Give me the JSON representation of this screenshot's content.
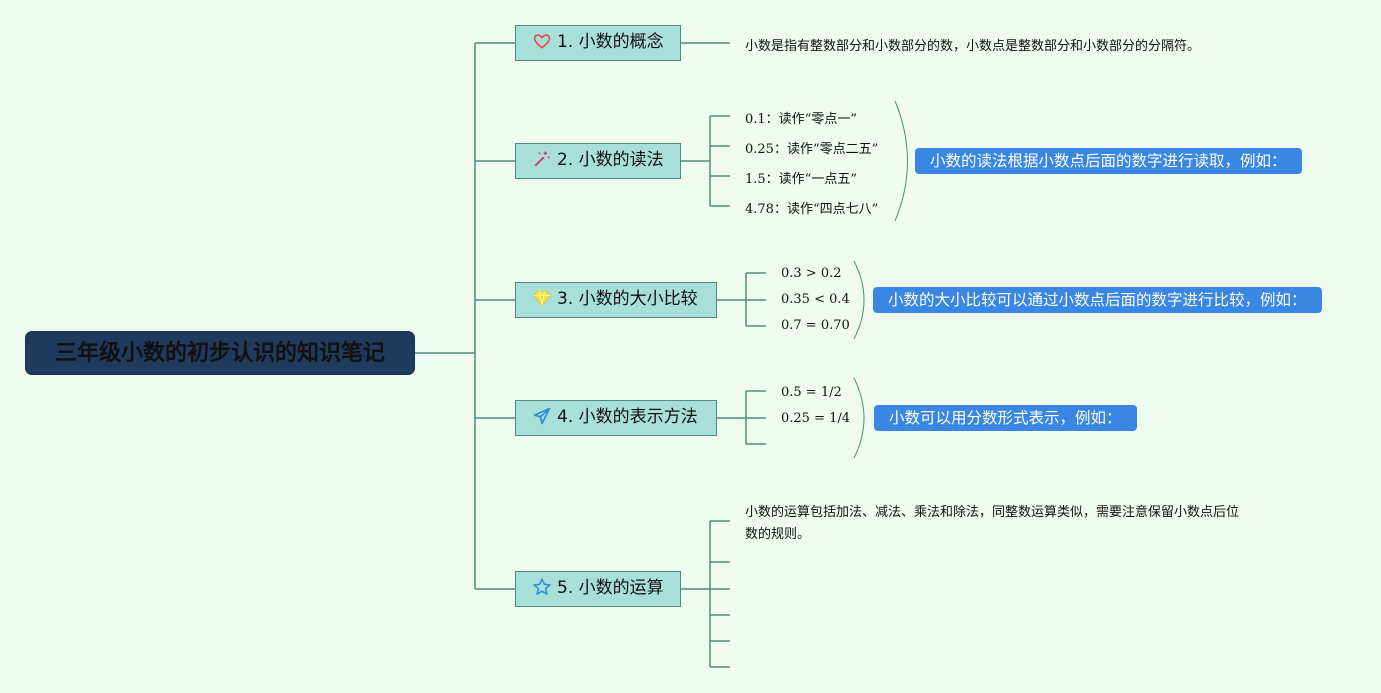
{
  "root": {
    "title": "三年级小数的初步认识的知识笔记"
  },
  "branches": [
    {
      "label": "1. 小数的概念",
      "icon": "heart-icon",
      "icon_color": "#e05050",
      "leaves": [
        "小数是指有整数部分和小数部分的数，小数点是整数部分和小数部分的分隔符。"
      ]
    },
    {
      "label": "2. 小数的读法",
      "icon": "magic-wand-icon",
      "icon_color": "#e0306a",
      "leaves": [
        "0.1：读作“零点一”",
        "0.25：读作“零点二五”",
        "1.5：读作“一点五”",
        "4.78：读作“四点七八”"
      ],
      "summary": "小数的读法根据小数点后面的数字进行读取，例如："
    },
    {
      "label": "3. 小数的大小比较",
      "icon": "diamond-icon",
      "icon_color": "#f2e34a",
      "leaves": [
        "0.3 > 0.2",
        "0.35 < 0.4",
        "0.7 = 0.70"
      ],
      "summary": "小数的大小比较可以通过小数点后面的数字进行比较，例如："
    },
    {
      "label": "4. 小数的表示方法",
      "icon": "paper-plane-icon",
      "icon_color": "#2a8fd6",
      "leaves": [
        "0.5 = 1/2",
        "0.25 = 1/4"
      ],
      "summary": "小数可以用分数形式表示，例如："
    },
    {
      "label": "5. 小数的运算",
      "icon": "star-icon",
      "icon_color": "#2a8fd6",
      "leaves": [
        "小数的运算包括加法、减法、乘法和除法，同整数运算类似，需要注意保留小数点后位数的规则。"
      ]
    }
  ],
  "colors": {
    "connector": "#4e8e80",
    "root_bg": "#1f3a5c",
    "branch_bg": "#a8dfd9",
    "summary_bg": "#3a86e3",
    "background": "#f0fbef"
  }
}
